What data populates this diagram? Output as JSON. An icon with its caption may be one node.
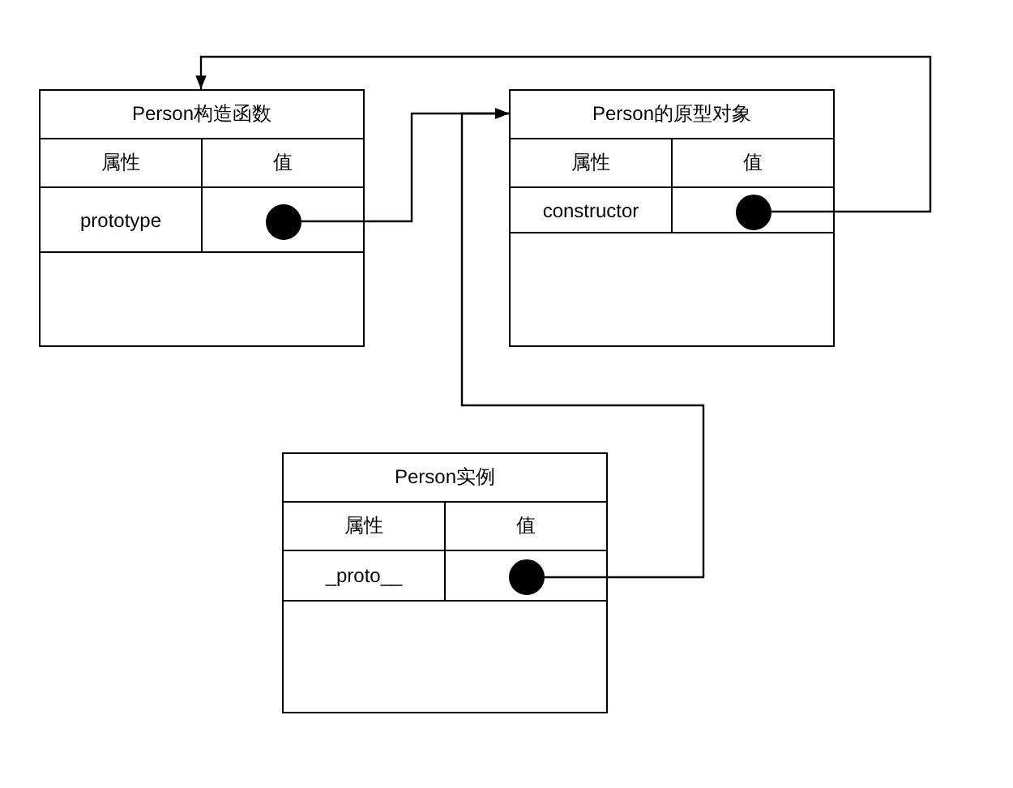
{
  "diagram": {
    "nodes": [
      {
        "text": [
          "Person构造函数"
        ]
      },
      {
        "text": [
          "属性"
        ],
        "in": 0
      },
      {
        "text": [
          "值"
        ],
        "in": 0
      },
      {
        "text": [
          "prototype"
        ],
        "in": 0
      },
      {
        "text": [],
        "shape": "box",
        "in": 0
      },
      {
        "text": [],
        "shape": "circle",
        "in": 4
      },
      {
        "text": [
          "Person的原型对象"
        ]
      },
      {
        "text": [
          "属性"
        ],
        "in": 6
      },
      {
        "text": [
          "值"
        ],
        "in": 6
      },
      {
        "text": [
          "constructor"
        ],
        "in": 6
      },
      {
        "text": [],
        "shape": "box",
        "in": 6
      },
      {
        "text": [],
        "shape": "circle",
        "in": 10
      },
      {
        "text": [
          "Person实例"
        ]
      },
      {
        "text": [
          "属性"
        ],
        "in": 12
      },
      {
        "text": [
          "值"
        ],
        "in": 12
      },
      {
        "text": [
          "_proto__"
        ],
        "in": 12
      },
      {
        "text": [],
        "shape": "box",
        "in": 12
      },
      {
        "text": [],
        "shape": "circle",
        "in": 16
      }
    ],
    "edges": [
      {
        "from": 5,
        "to": 6,
        "arrow": "to"
      },
      {
        "from": 11,
        "to": 0,
        "arrow": "to"
      },
      {
        "from": 17,
        "to": 6,
        "arrow": "to"
      }
    ]
  }
}
